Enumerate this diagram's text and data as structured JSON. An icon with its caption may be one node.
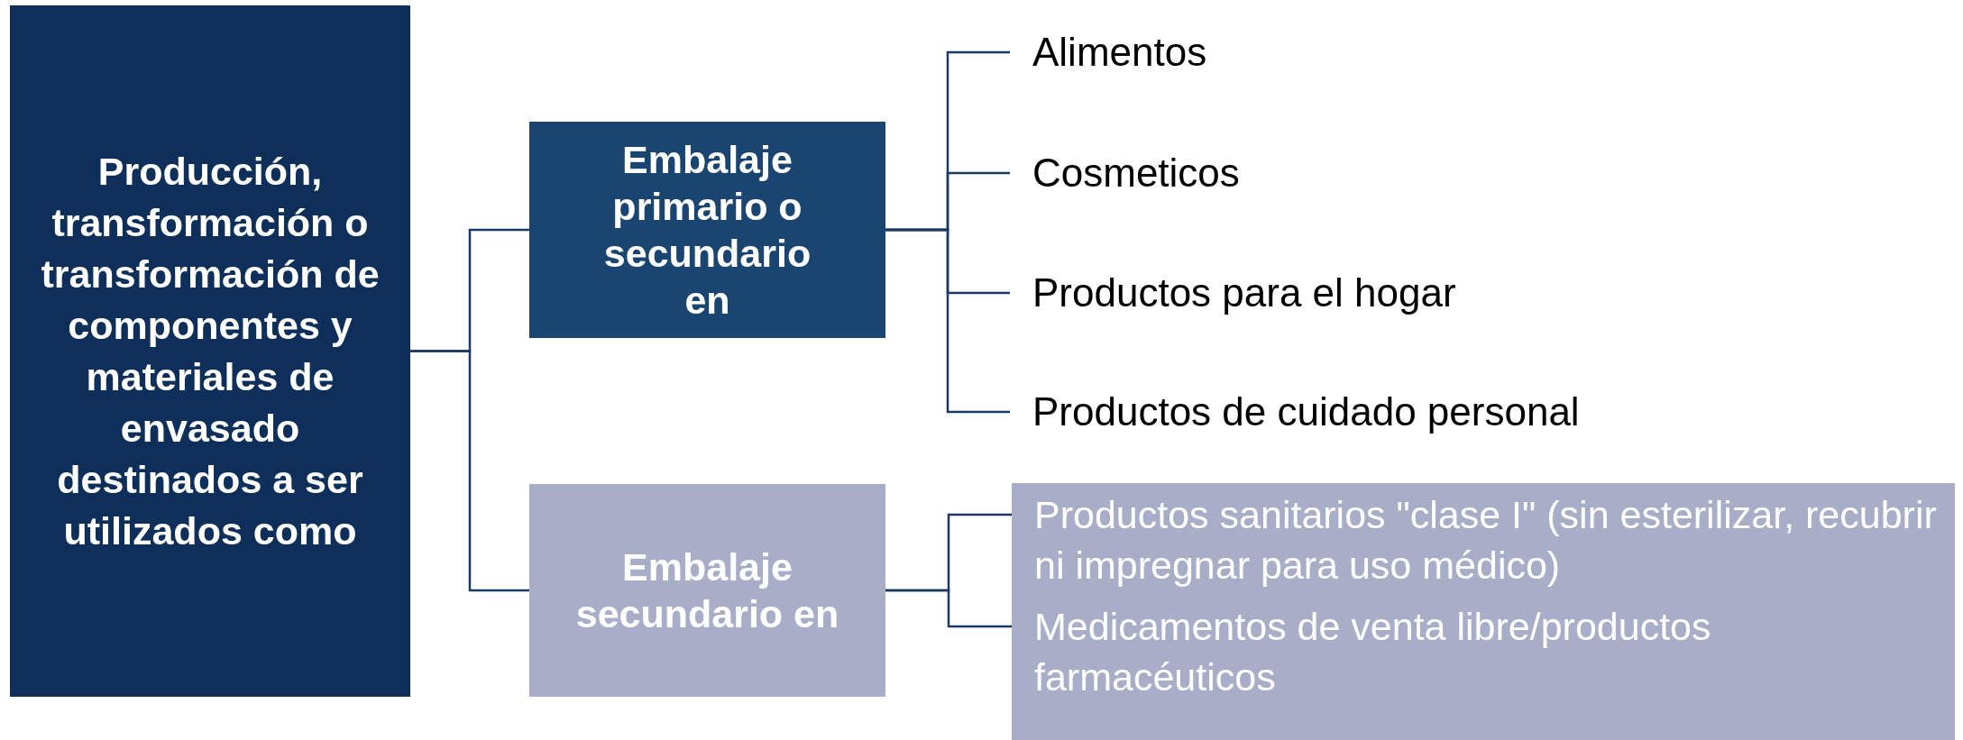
{
  "diagram": {
    "nodes": [
      {
        "text": [
          "Producción, transformación o transformación de componentes y materiales de envasado destinados a ser utilizados como"
        ]
      },
      {
        "text": [
          "Embalaje primario o secundario en"
        ]
      },
      {
        "text": [
          "Embalaje secundario en"
        ]
      },
      {
        "text": [
          "Alimentos"
        ]
      },
      {
        "text": [
          "Cosmeticos"
        ]
      },
      {
        "text": [
          "Productos para el hogar"
        ]
      },
      {
        "text": [
          "Productos de cuidado personal"
        ]
      },
      {
        "text": [],
        "shape": "box"
      },
      {
        "text": [
          "Productos sanitarios \"clase I\" (sin esterilizar, recubrir ni impregnar para uso médico)"
        ],
        "in": 7
      },
      {
        "text": [
          "Medicamentos de venta libre/productos farmacéuticos"
        ],
        "in": 7
      }
    ],
    "edges": [
      {
        "from": 0,
        "to": 1,
        "arrow": "none"
      },
      {
        "from": 0,
        "to": 2,
        "arrow": "none"
      },
      {
        "from": 1,
        "to": 3,
        "arrow": "none"
      },
      {
        "from": 1,
        "to": 4,
        "arrow": "none"
      },
      {
        "from": 1,
        "to": 5,
        "arrow": "none"
      },
      {
        "from": 1,
        "to": 6,
        "arrow": "none"
      },
      {
        "from": 2,
        "to": 8,
        "arrow": "none"
      },
      {
        "from": 2,
        "to": 9,
        "arrow": "none"
      }
    ]
  }
}
